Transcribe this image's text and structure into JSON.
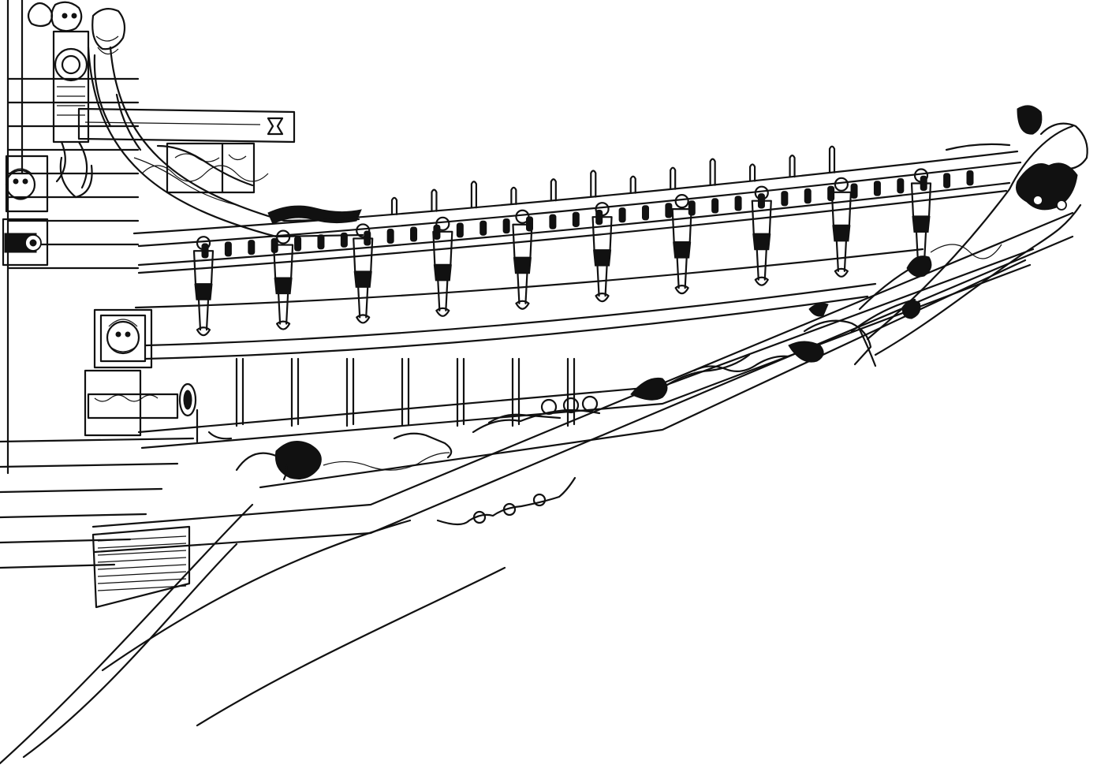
{
  "drawing": {
    "subject": "",
    "background_color": "#ffffff",
    "ink_color": "#111111"
  },
  "rail_figures": {
    "count": 10
  },
  "railing_balusters": {
    "count": 34
  },
  "upper_rail_posts": {
    "count": 12
  },
  "lower_rail_posts": {
    "count": 7
  },
  "planks": {
    "count": 9
  }
}
